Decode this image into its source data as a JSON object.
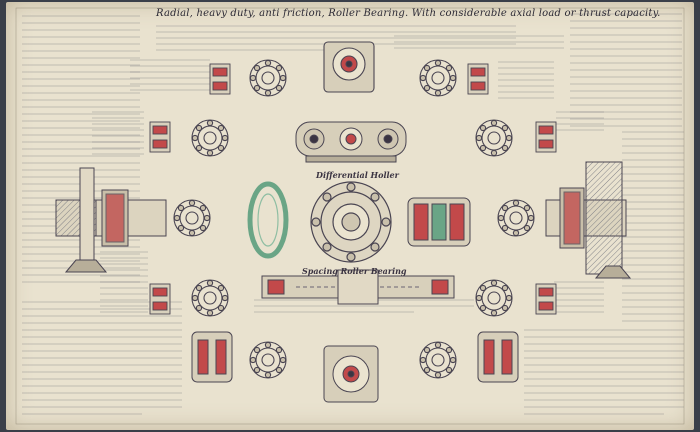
{
  "sheet": {
    "title": "Radial, heavy duty, anti friction, Roller Bearing.  With considerable axial load or thrust capacity.",
    "label_differential": "Differential Holler",
    "label_spacing": "Spacing Roller Bearing",
    "colors": {
      "paper": "#e9e2cf",
      "ink": "#3b3442",
      "red": "#c2494a",
      "green": "#6aa586",
      "frame": "#3a3f49"
    }
  }
}
